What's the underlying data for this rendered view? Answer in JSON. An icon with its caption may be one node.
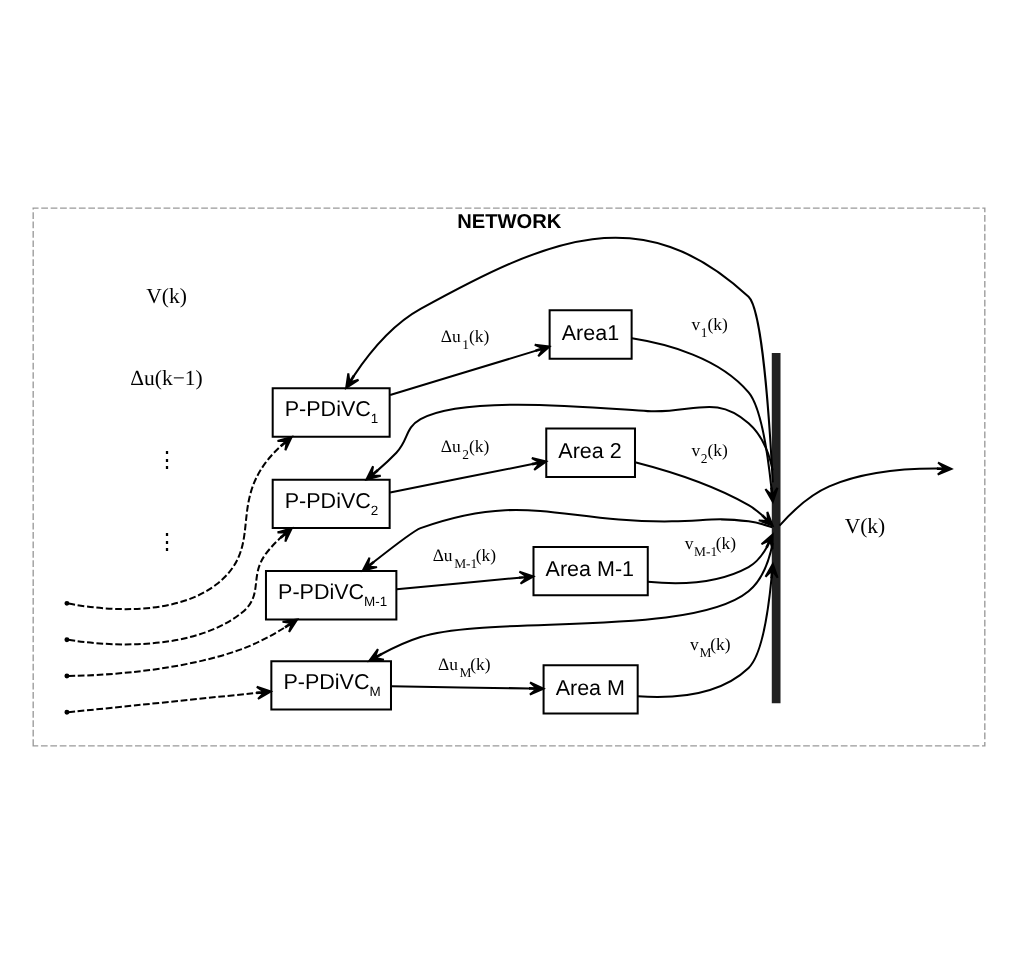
{
  "diagram": {
    "nodes": [
      {
        "text": [
          "NETWORK"
        ]
      },
      {
        "text": [
          "P-PDiVC$_{1}$"
        ],
        "in": 0
      },
      {
        "text": [
          "P-PDiVC$_{2}$"
        ],
        "in": 0
      },
      {
        "text": [
          "P-PDiVC$_{M-1}$"
        ],
        "in": 0
      },
      {
        "text": [
          "P-PDiVC$_{M}$"
        ],
        "in": 0
      },
      {
        "text": [
          "Area1"
        ],
        "in": 0
      },
      {
        "text": [
          "Area 2"
        ],
        "in": 0
      },
      {
        "text": [
          "Area M-1"
        ],
        "in": 0
      },
      {
        "text": [
          "Area M"
        ],
        "in": 0
      },
      {
        "text": [],
        "shape": "bar",
        "in": 0,
        "beside": [
          "V(k)"
        ]
      }
    ],
    "edges": [
      {
        "from": 1,
        "to": 5,
        "arrow": "to",
        "label": "Δu$_{1}$(k)"
      },
      {
        "from": 2,
        "to": 6,
        "arrow": "to",
        "label": "Δu$_{2}$(k)"
      },
      {
        "from": 3,
        "to": 7,
        "arrow": "to",
        "label": "Δu$_{M-1}$(k)"
      },
      {
        "from": 4,
        "to": 8,
        "arrow": "to",
        "label": "Δu$_{M}$(k)"
      },
      {
        "from": 5,
        "to": 9,
        "arrow": "to",
        "label": "v$_{1}$(k)"
      },
      {
        "from": 6,
        "to": 9,
        "arrow": "to",
        "label": "v$_{2}$(k)"
      },
      {
        "from": 7,
        "to": 9,
        "arrow": "to",
        "label": "v$_{M-1}$(k)"
      },
      {
        "from": 8,
        "to": 9,
        "arrow": "to",
        "label": "v$_{M}$(k)"
      },
      {
        "from": 9,
        "to": null,
        "arrow": "to"
      },
      {
        "from": 9,
        "to": 1,
        "arrow": "to"
      },
      {
        "from": 9,
        "to": 2,
        "arrow": "to"
      },
      {
        "from": 9,
        "to": 3,
        "arrow": "to"
      },
      {
        "from": 9,
        "to": 4,
        "arrow": "to"
      },
      {
        "from": null,
        "to": 1,
        "arrow": "to",
        "style": "dashed"
      },
      {
        "from": null,
        "to": 2,
        "arrow": "to",
        "style": "dashed"
      },
      {
        "from": null,
        "to": 3,
        "arrow": "to",
        "style": "dashed"
      },
      {
        "from": null,
        "to": 4,
        "arrow": "to",
        "style": "dashed"
      }
    ],
    "labels": [
      "V(k)",
      "Δu(k−1)",
      "⋮",
      "⋮"
    ]
  }
}
